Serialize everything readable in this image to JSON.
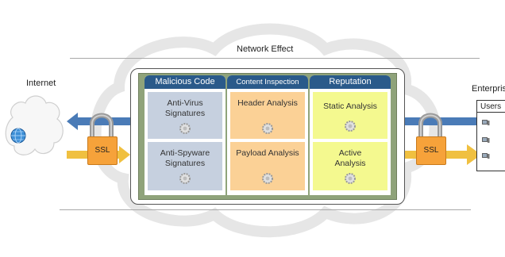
{
  "header": {
    "title": "Network Effect"
  },
  "internet": {
    "label": "Internet",
    "icon": "globe-icon"
  },
  "enterprise": {
    "label": "Enterprise",
    "users_label": "Users",
    "user_icons": [
      "computer-icon",
      "computer-icon",
      "computer-icon"
    ]
  },
  "ssl": {
    "left_label": "SSL",
    "right_label": "SSL"
  },
  "columns": [
    {
      "heading": "Malicious Code",
      "color": "#c6d0df",
      "cells": [
        {
          "label": "Anti-Virus Signatures"
        },
        {
          "label": "Anti-Spyware Signatures"
        }
      ]
    },
    {
      "heading": "Content Inspection",
      "color": "#fbd196",
      "cells": [
        {
          "label": "Header Analysis"
        },
        {
          "label": "Payload Analysis"
        }
      ]
    },
    {
      "heading": "Reputation",
      "color": "#f4f98f",
      "cells": [
        {
          "label": "Static Analysis"
        },
        {
          "label": "Active Analysis"
        }
      ]
    }
  ],
  "colors": {
    "header_blue": "#2a5a8a",
    "arrow_blue": "#4a7bb7",
    "arrow_yellow": "#f0c040",
    "ssl_orange": "#f6a23a",
    "panel_green": "#8fa37a"
  }
}
